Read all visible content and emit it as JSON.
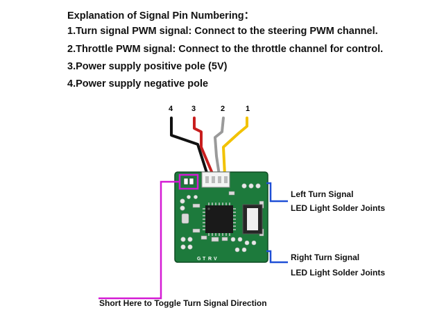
{
  "explanation": {
    "heading": "Explanation of Signal Pin Numbering：",
    "lines": [
      "1.Turn signal PWM signal: Connect to the steering PWM channel.",
      "2.Throttle PWM signal: Connect to the throttle channel for control.",
      "3.Power supply positive pole (5V)",
      "4.Power supply negative pole"
    ]
  },
  "pins": [
    "4",
    "3",
    "2",
    "1"
  ],
  "wire_colors": {
    "pin4": "#111111",
    "pin3": "#c81e1e",
    "pin2": "#9a9a9a",
    "pin1": "#f2c200"
  },
  "callouts": {
    "left_signal": {
      "title": "Left Turn Signal",
      "sub": "LED Light Solder Joints"
    },
    "right_signal": {
      "title": "Right Turn Signal",
      "sub": "LED Light Solder Joints"
    },
    "short_pad": "Short Here to Toggle Turn Signal Direction"
  },
  "colors": {
    "board": "#1d7a3c",
    "pointer_blue": "#1f4fd6",
    "pointer_magenta": "#d41ad4"
  },
  "board_silkscreen": [
    "G",
    "T",
    "R",
    "V"
  ]
}
